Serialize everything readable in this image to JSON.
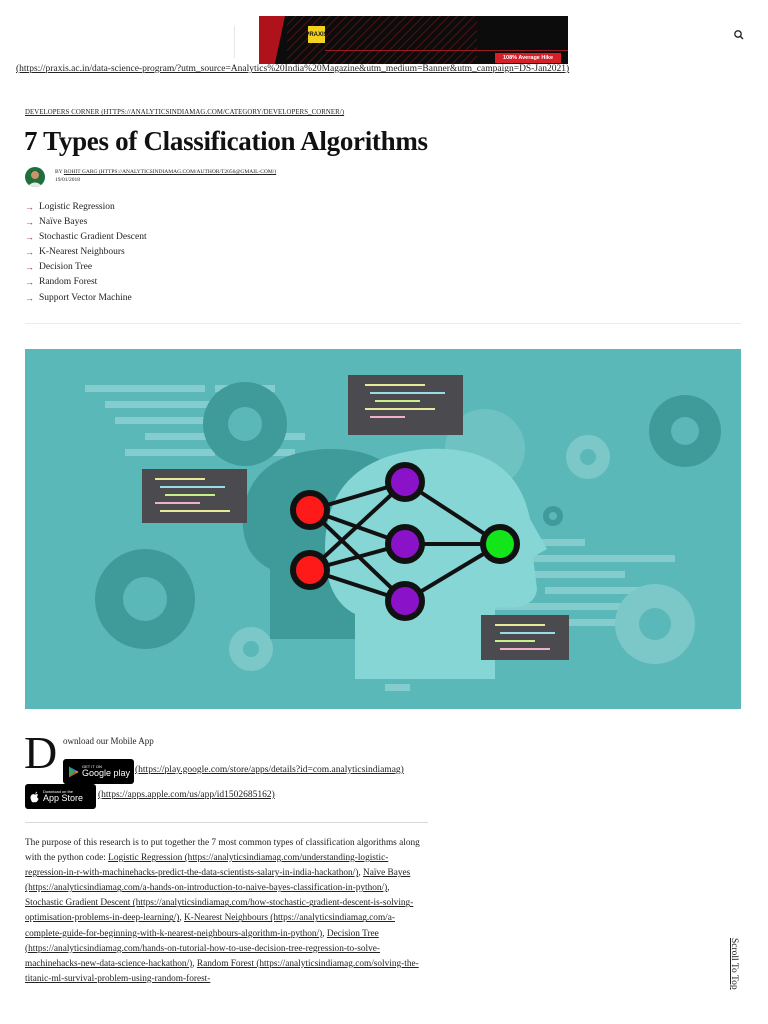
{
  "ad": {
    "banner_link": "(https://praxis.ac.in/data-science-program/?utm_source=Analytics%20India%20Magazine&utm_medium=Banner&utm_campaign=DS-Jan2021)",
    "logo_text": "PRAXIS",
    "pill_text": "108% Average Hike",
    "accent": "#d71f28"
  },
  "header": {
    "search_icon": "search-icon"
  },
  "article": {
    "category": "DEVELOPERS CORNER (HTTPS://ANALYTICSINDIAMAG.COM/CATEGORY/DEVELOPERS_CORNER/)",
    "title": "7 Types of Classification Algorithms",
    "byline_prefix": "BY",
    "author_link": "ROHIT GARG (HTTPS://ANALYTICSINDIAMAG.COM/AUTHOR/T2056@GMAIL-COM/)",
    "date": "19/01/2018",
    "toc": [
      "Logistic Regression",
      "Naïve Bayes",
      "Stochastic Gradient Descent",
      "K-Nearest Neighbours",
      "Decision Tree",
      "Random Forest",
      "Support Vector Machine"
    ],
    "toc_arrow": "→"
  },
  "app": {
    "dropcap": "D",
    "title_rest": "ownload our Mobile App",
    "google_badge_small": "GET IT ON",
    "google_badge_big": "Google play",
    "google_link": "(https://play.google.com/store/apps/details?id=com.analyticsindiamag)",
    "apple_badge_small": "Download on the",
    "apple_badge_big": "App Store",
    "apple_link": "(https://apps.apple.com/us/app/id1502685162)"
  },
  "body": {
    "intro_text": "The purpose of this research is to put together the 7 most common types of classification algorithms along with the python code: ",
    "links": [
      "Logistic Regression (https://analyticsindiamag.com/understanding-logistic-regression-in-r-with-machinehacks-predict-the-data-scientists-salary-in-india-hackathon/)",
      "Naïve Bayes (https://analyticsindiamag.com/a-hands-on-introduction-to-naive-bayes-classification-in-python/)",
      "Stochastic Gradient Descent (https://analyticsindiamag.com/how-stochastic-gradient-descent-is-solving-optimisation-problems-in-deep-learning/)",
      "K-Nearest Neighbours (https://analyticsindiamag.com/a-complete-guide-for-beginning-with-k-nearest-neighbours-algorithm-in-python/)",
      "Decision Tree (https://analyticsindiamag.com/hands-on-tutorial-how-to-use-decision-tree-regression-to-solve-machinehacks-new-data-science-hackathon/)",
      "Random Forest (https://analyticsindiamag.com/solving-the-titanic-ml-survival-problem-using-random-forest-"
    ],
    "separator": ", "
  },
  "scroll_top": "Scroll To Top",
  "colors": {
    "hero_bg": "#5bb8b8",
    "input_node": "#ff1a1a",
    "hidden_node": "#8a12c9",
    "output_node": "#12e51a"
  }
}
